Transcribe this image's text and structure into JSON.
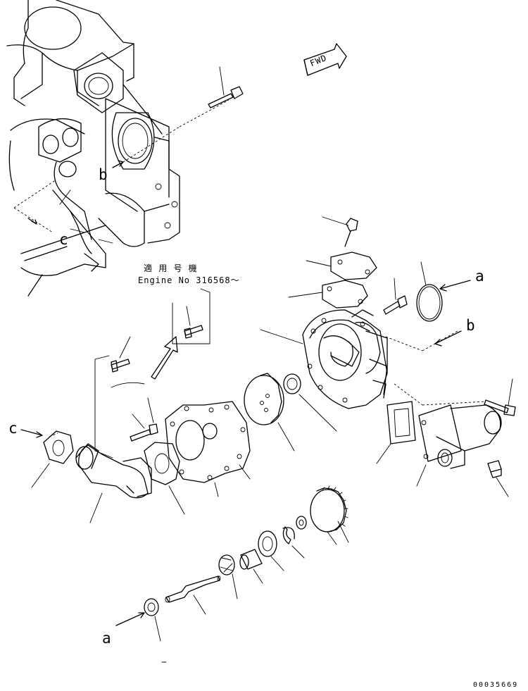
{
  "direction_tag": "FWD",
  "applicability_note": {
    "line1": "適 用 号 機",
    "line2": "Engine No 316568～"
  },
  "reference_letters": {
    "block_b": "b",
    "block_c": "c",
    "pump_a": "a",
    "pump_b": "b",
    "pipe_c": "c",
    "shaft_a": "a"
  },
  "illustration_number": "00035669"
}
